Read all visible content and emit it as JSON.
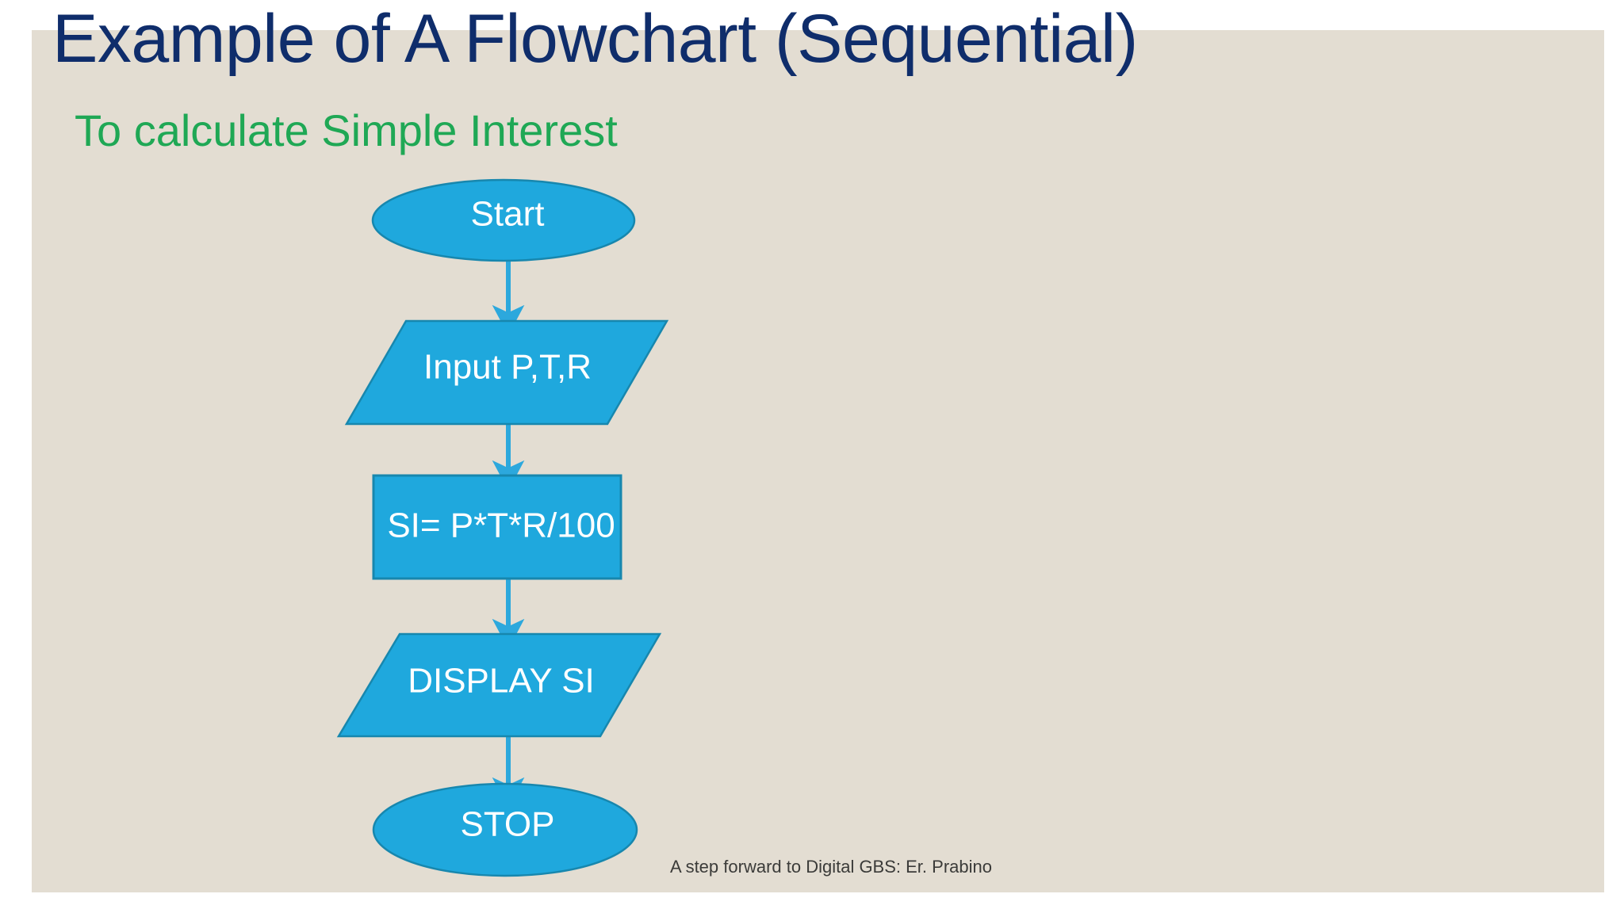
{
  "slide": {
    "title": "Example of A Flowchart (Sequential)",
    "subtitle": "To calculate Simple Interest",
    "footer": "A step forward to Digital GBS: Er. Prabino",
    "background_color": "#ffffff",
    "panel_color": "#e3ddd2",
    "title_color": "#0f2d6b",
    "subtitle_color": "#1fa855",
    "footer_color": "#3b3b39"
  },
  "chart_data": {
    "type": "diagram",
    "diagram_kind": "flowchart",
    "title": "Example of A Flowchart (Sequential)",
    "subtitle": "To calculate Simple Interest",
    "orientation": "top-to-bottom",
    "shape_fill": "#1fa8dd",
    "shape_stroke": "#1787ae",
    "shape_text_color": "#ffffff",
    "connector_color": "#2ca8dd",
    "nodes": [
      {
        "id": "start",
        "label": "Start",
        "shape": "terminator"
      },
      {
        "id": "input",
        "label": "Input P,T,R",
        "shape": "parallelogram"
      },
      {
        "id": "process",
        "label": "SI= P*T*R/100",
        "shape": "rectangle"
      },
      {
        "id": "display",
        "label": "DISPLAY SI",
        "shape": "parallelogram"
      },
      {
        "id": "stop",
        "label": "STOP",
        "shape": "terminator"
      }
    ],
    "edges": [
      {
        "from": "start",
        "to": "input",
        "label": ""
      },
      {
        "from": "input",
        "to": "process",
        "label": ""
      },
      {
        "from": "process",
        "to": "display",
        "label": ""
      },
      {
        "from": "display",
        "to": "stop",
        "label": ""
      }
    ]
  }
}
